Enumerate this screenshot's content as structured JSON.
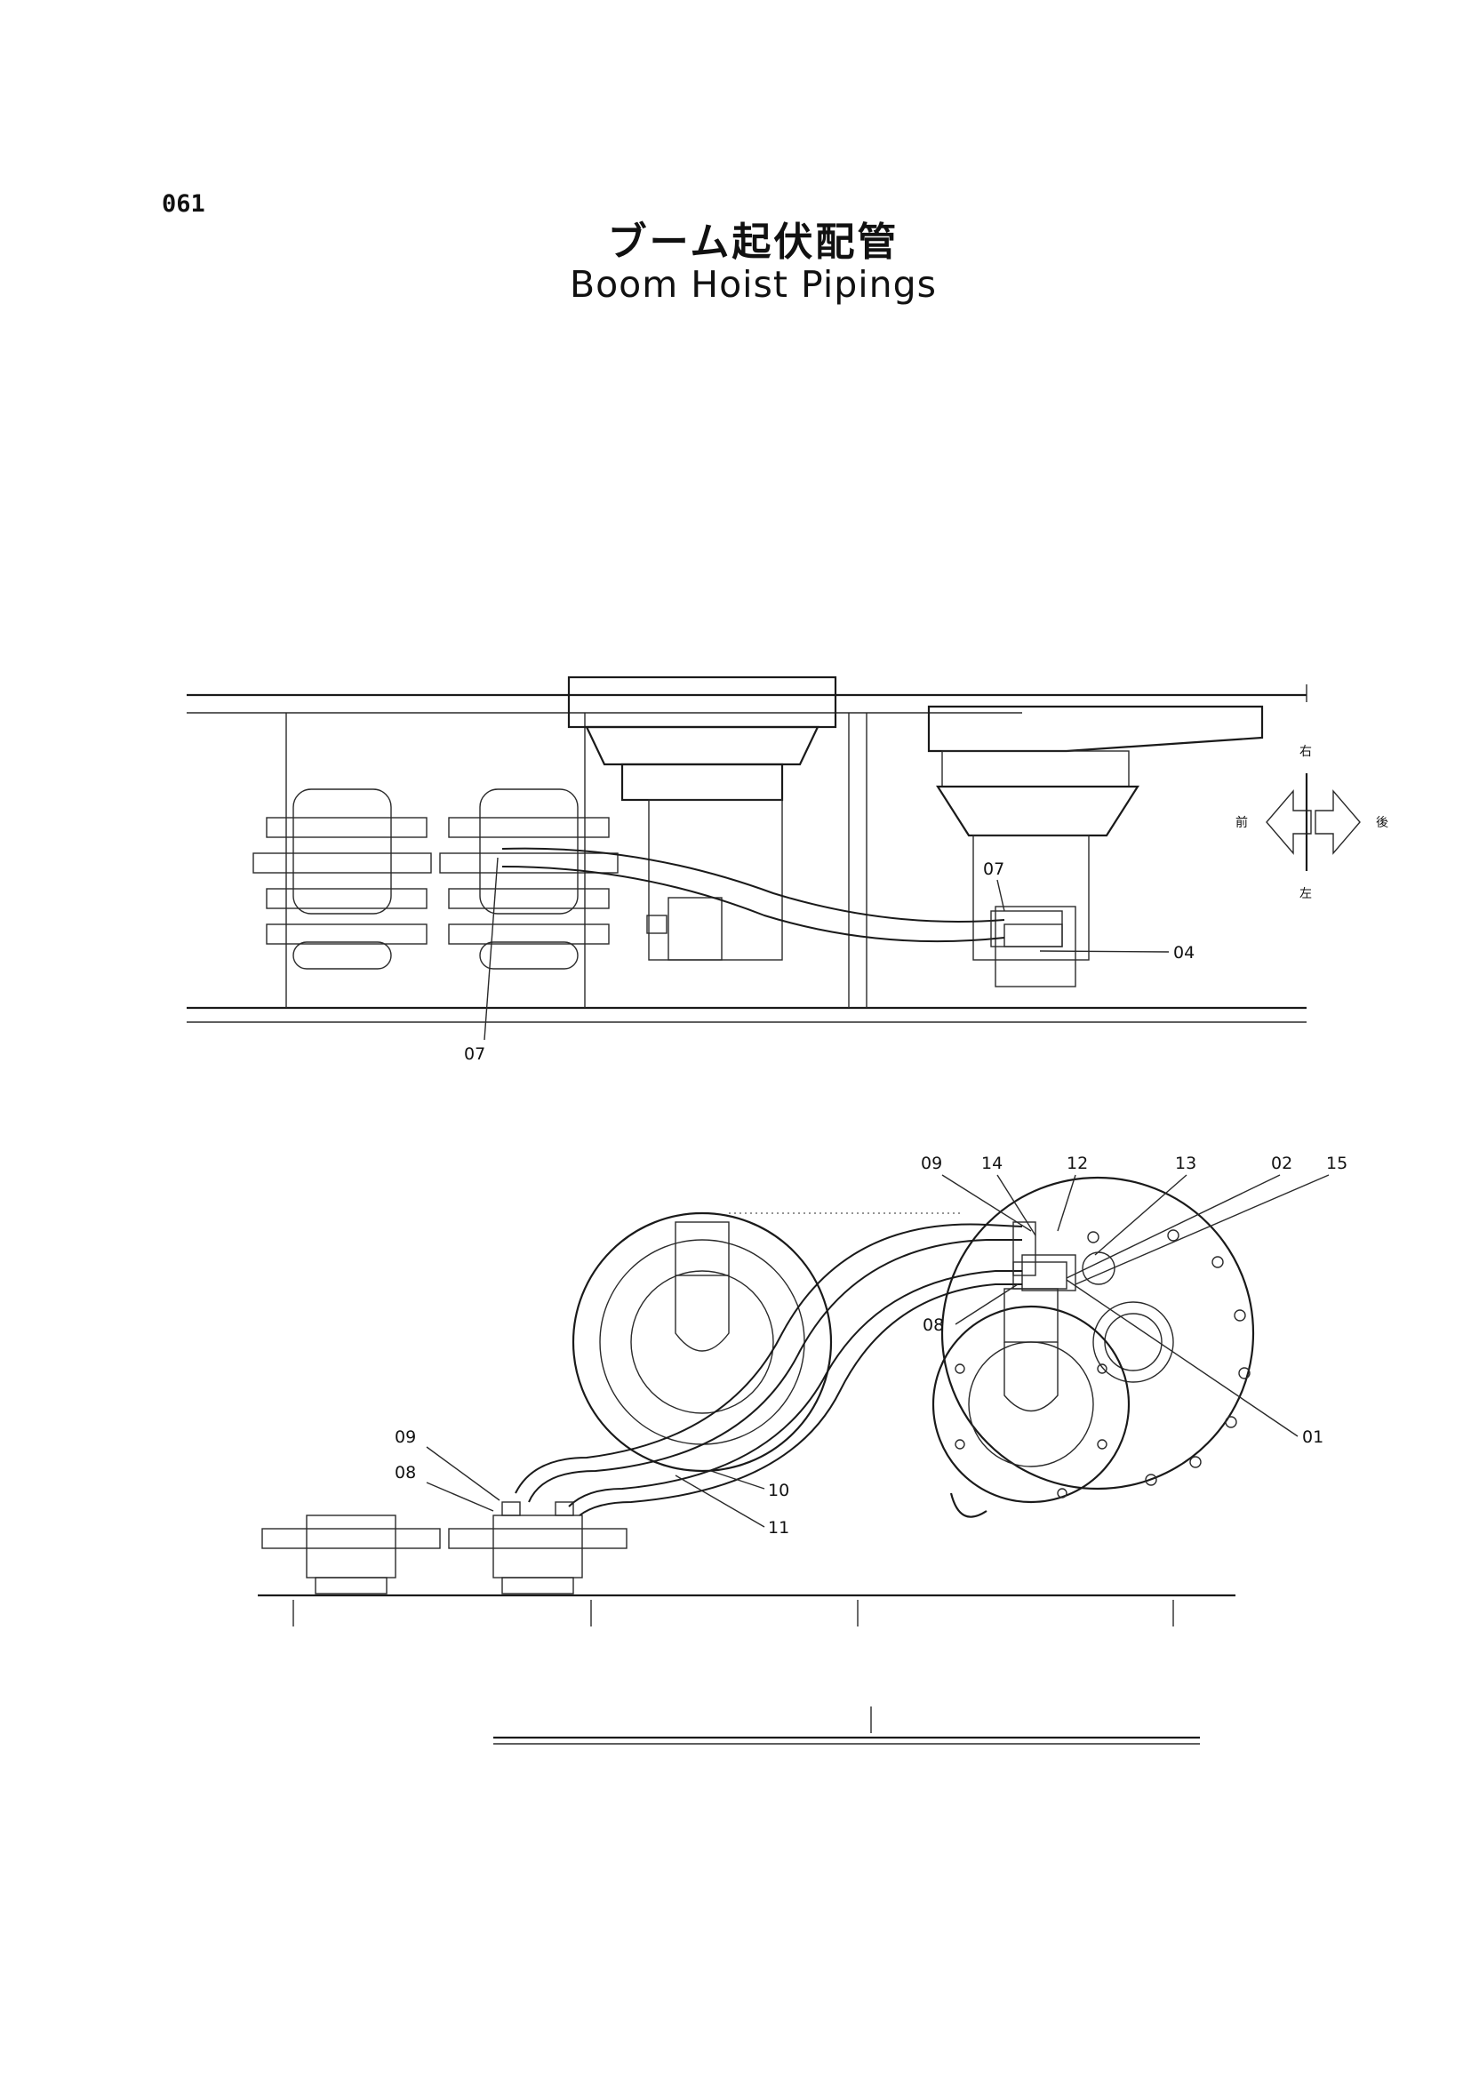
{
  "page_number": "061",
  "title_jp": "ブーム起伏配管",
  "title_en": "Boom Hoist Pipings",
  "compass": {
    "up": "右",
    "left": "前",
    "right": "後",
    "down": "左"
  },
  "top_view": {
    "callouts": [
      {
        "id": "07"
      },
      {
        "id": "04"
      },
      {
        "id": "07"
      }
    ]
  },
  "side_view": {
    "callouts_top": [
      {
        "id": "09"
      },
      {
        "id": "14"
      },
      {
        "id": "12"
      },
      {
        "id": "13"
      },
      {
        "id": "02"
      },
      {
        "id": "15"
      }
    ],
    "callouts_side": [
      {
        "id": "08"
      },
      {
        "id": "01"
      },
      {
        "id": "09"
      },
      {
        "id": "08"
      },
      {
        "id": "10"
      },
      {
        "id": "11"
      }
    ]
  }
}
